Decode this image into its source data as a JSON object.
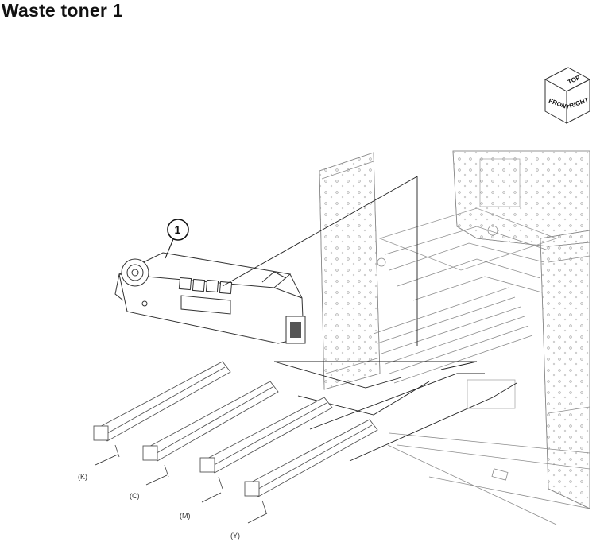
{
  "title": "Waste toner 1",
  "orientation": {
    "top": "TOP",
    "front": "FRONT",
    "right": "RIGHT"
  },
  "callouts": [
    "1"
  ],
  "drum_labels": [
    "(K)",
    "(C)",
    "(M)",
    "(Y)"
  ]
}
